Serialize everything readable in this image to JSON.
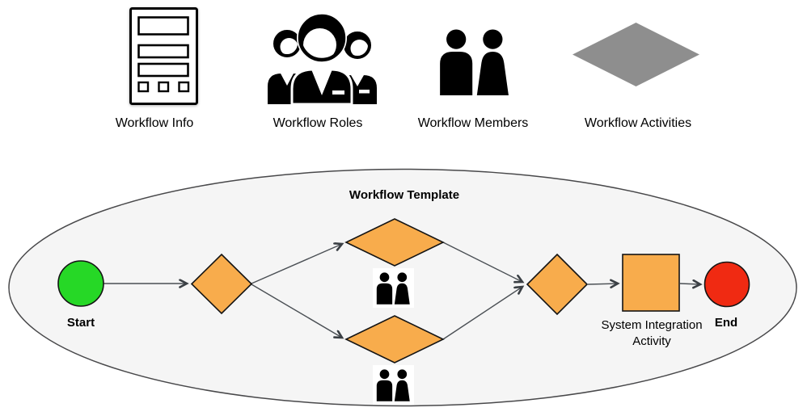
{
  "colors": {
    "node_orange": "#F8AC4C",
    "start_green": "#26D826",
    "end_red": "#F02A12",
    "activities_gray": "#8E8E8E",
    "ellipse_fill": "#F5F5F5"
  },
  "toolbar": {
    "items": [
      {
        "id": "workflow-info",
        "label": "Workflow Info",
        "icon": "document-list-icon"
      },
      {
        "id": "workflow-roles",
        "label": "Workflow Roles",
        "icon": "people-group-icon"
      },
      {
        "id": "workflow-members",
        "label": "Workflow Members",
        "icon": "two-people-icon"
      },
      {
        "id": "workflow-activities",
        "label": "Workflow Activities",
        "icon": "diamond-icon"
      }
    ]
  },
  "diagram": {
    "title": "Workflow Template",
    "start_label": "Start",
    "end_label": "End",
    "activity_label": [
      "System Integration",
      "Activity"
    ]
  }
}
